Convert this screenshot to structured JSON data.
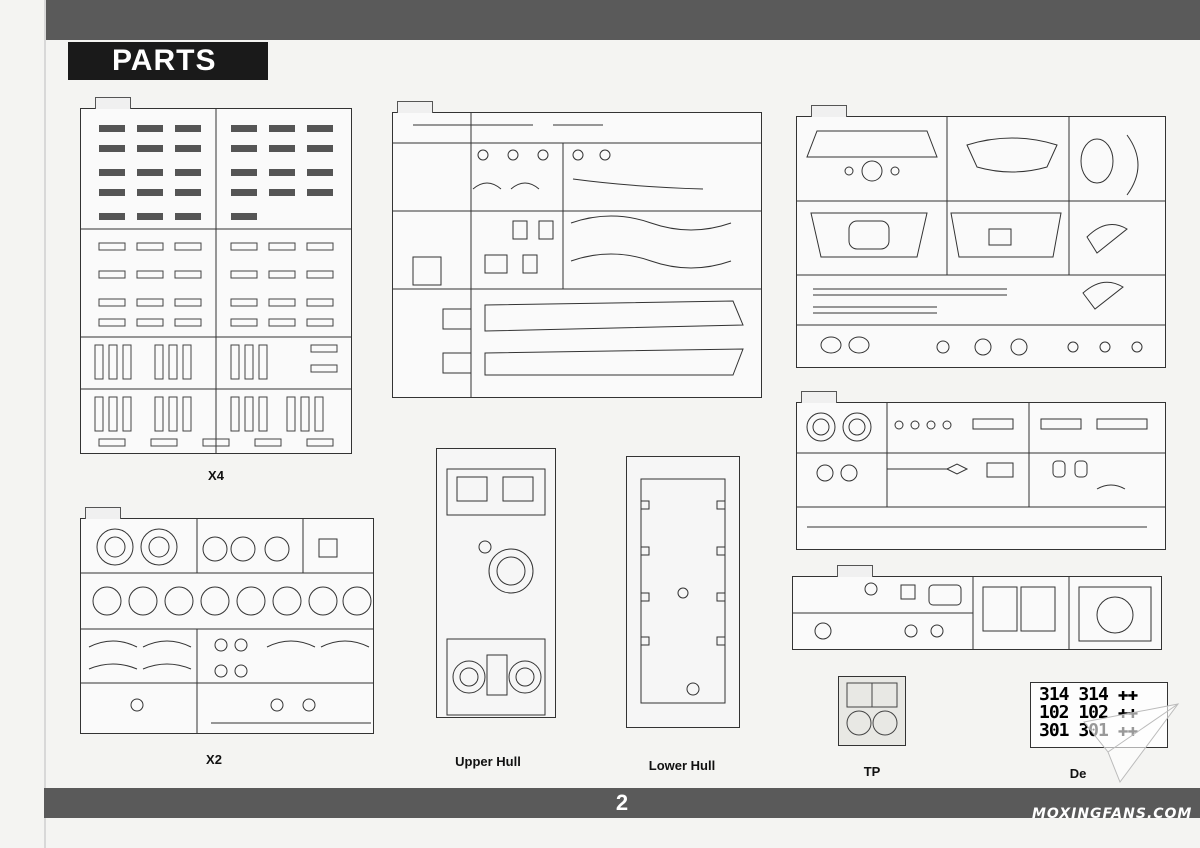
{
  "header": {
    "title": "PARTS"
  },
  "captions": {
    "sprue_j": "X4",
    "sprue_e": "X2",
    "upper_hull": "Upper Hull",
    "lower_hull": "Lower Hull",
    "photo_etch": "TP",
    "decal": "De"
  },
  "decal": {
    "rows": [
      "314 314",
      "102 102",
      "301 301"
    ]
  },
  "footer": {
    "page_number": "2"
  },
  "watermark": "MOXINGFANS.COM"
}
